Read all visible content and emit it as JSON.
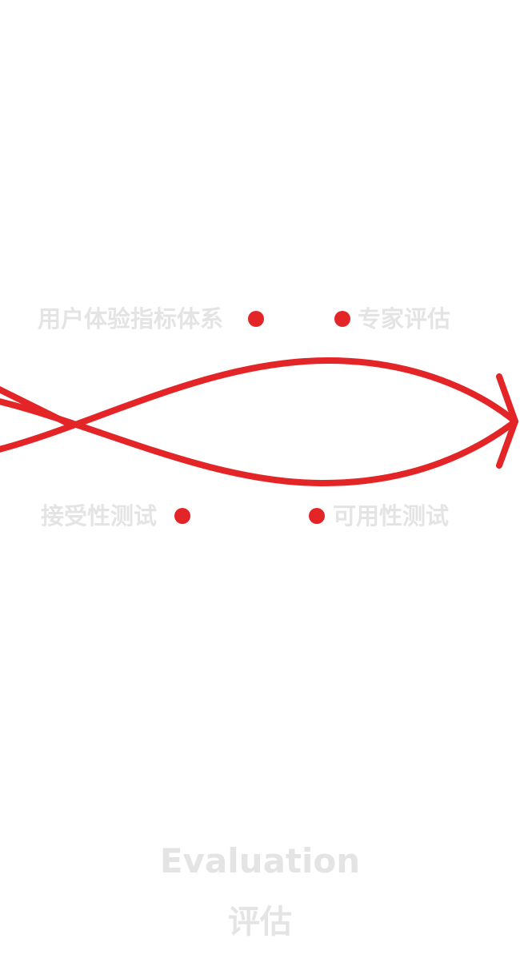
{
  "labels": {
    "top_left": "用户体验指标体系",
    "top_right": "专家评估",
    "bottom_left": "接受性测试",
    "bottom_right": "可用性测试"
  },
  "title": {
    "en": "Evaluation",
    "zh": "评估"
  },
  "colors": {
    "accent": "#e42527",
    "text": "#e4e4e4"
  }
}
